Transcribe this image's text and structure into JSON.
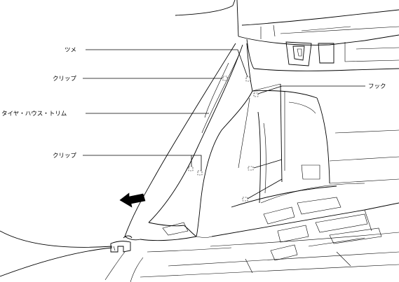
{
  "labels": {
    "tsume": "ツメ",
    "clip_top": "クリップ",
    "trim": "タイヤ・ハウス・トリム",
    "clip_bottom": "クリップ",
    "hook": "フック"
  },
  "icons": {
    "direction_arrow": "removal-direction-arrow-icon"
  },
  "colors": {
    "line": "#000000",
    "background": "#ffffff"
  }
}
